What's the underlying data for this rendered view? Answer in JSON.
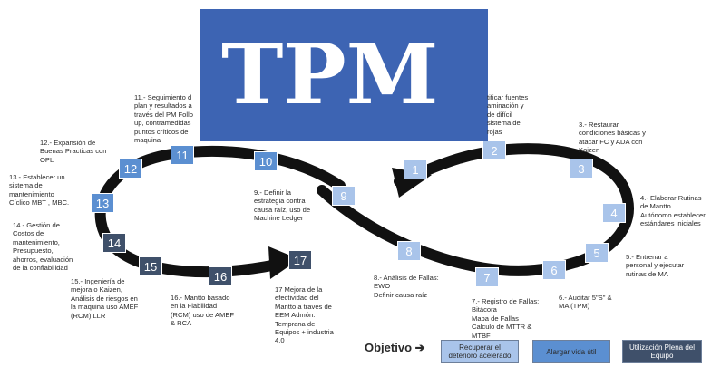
{
  "logo": {
    "text": "TPM"
  },
  "colors": {
    "light": "#a9c4ea",
    "medium": "#5b8fd1",
    "dark": "#3f506a",
    "logo_bg": "#3d64b3",
    "loop": "#111111"
  },
  "steps": [
    {
      "num": "1",
      "shade": "light"
    },
    {
      "num": "2",
      "shade": "light"
    },
    {
      "num": "3",
      "shade": "light"
    },
    {
      "num": "4",
      "shade": "light"
    },
    {
      "num": "5",
      "shade": "light"
    },
    {
      "num": "6",
      "shade": "light"
    },
    {
      "num": "7",
      "shade": "light"
    },
    {
      "num": "8",
      "shade": "light"
    },
    {
      "num": "9",
      "shade": "light"
    },
    {
      "num": "10",
      "shade": "medium"
    },
    {
      "num": "11",
      "shade": "medium"
    },
    {
      "num": "12",
      "shade": "medium"
    },
    {
      "num": "13",
      "shade": "medium"
    },
    {
      "num": "14",
      "shade": "dark"
    },
    {
      "num": "15",
      "shade": "dark"
    },
    {
      "num": "16",
      "shade": "dark"
    },
    {
      "num": "17",
      "shade": "dark"
    }
  ],
  "labels": {
    "l2": "tificar fuentes\naminación y\nde difícil\nsistema de\nrojas",
    "l3": "3.- Restaurar\ncondiciones básicas y\natacar FC y ADA con\nKaizen",
    "l4": "4.- Elaborar Rutinas\nde Mantto\nAutónomo establecer\nestándares iniciales",
    "l5": "5.- Entrenar a\npersonal y ejecutar\nrutinas de MA",
    "l6": "6.- Auditar 5\"S\" &\nMA (TPM)",
    "l7": "7.- Registro de Fallas:\nBitácora\nMapa de Fallas\nCalculo de MTTR &\nMTBF",
    "l8": "8.- Análisis de Fallas:\nEWO\nDefinir causa raíz",
    "l9": "9.- Definir la\nestrategia contra\ncausa raíz, uso de\nMachine Ledger",
    "l11": "11.- Seguimiento d\nplan y resultados a\ntravés del PM Follo\nup, contramedidas\npuntos críticos de\nmaquina",
    "l12": "12.- Expansión de\nBuenas Practicas con\nOPL",
    "l13": "13.- Establecer un\nsistema de\nmantenimiento\nCíclico MBT , MBC.",
    "l14": "14.- Gestión de\nCostos de\nmantenimiento,\nPresupuesto,\nahorros, evaluación\nde la confiabilidad",
    "l15": "15.- Ingeniería de\nmejora o Kaizen,\nAnálisis de riesgos en\nla maquina uso AMEF\n(RCM)  LLR",
    "l16": "16.- Mantto basado\nen la Fiabilidad\n(RCM) uso de AMEF\n& RCA",
    "l17": "17 Mejora de la\nefectividad del\nMantto a través de\nEEM Admón.\nTemprana de\nEquipos + industria\n4.0"
  },
  "legend": {
    "title": "Objetivo",
    "items": [
      {
        "text": "Recuperar el\ndeterioro acelerado",
        "shade": "light"
      },
      {
        "text": "Alargar vida útil",
        "shade": "medium"
      },
      {
        "text": "Utilización Plena del\nEquipo",
        "shade": "dark"
      }
    ]
  }
}
